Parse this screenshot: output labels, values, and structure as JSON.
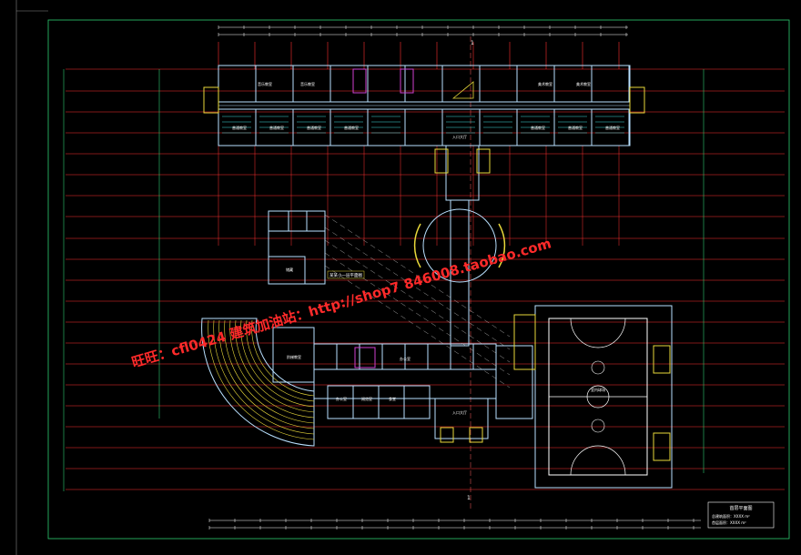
{
  "plan_title": "首层平面图",
  "legend_lines": [
    "总建筑面积：XXXX m²",
    "首层面积：XXXX m²"
  ],
  "room_labels": {
    "music": "音乐教室",
    "art": "美术教室",
    "classroom": "普通教室",
    "entrance": "入口大厅",
    "gym": "室内球场",
    "office": "办公室",
    "lecture": "阶梯教室",
    "library": "阅览室",
    "canteen": "食堂",
    "storage": "储藏"
  },
  "detail_title": "某某小一层平面图",
  "axis_marks": [
    "1",
    "1"
  ],
  "watermark": {
    "text1": "旺旺：cfl0424 建筑加油站：http://shop7 846008.taobao.com"
  },
  "colors": {
    "background": "#000000",
    "axis": "#ff3030",
    "border": "#2ecc71",
    "wall": "#b8e0ff",
    "dimension": "#ffffff",
    "accent_yellow": "#e8d83a",
    "accent_magenta": "#d040d0",
    "cyan": "#40e0e0"
  }
}
